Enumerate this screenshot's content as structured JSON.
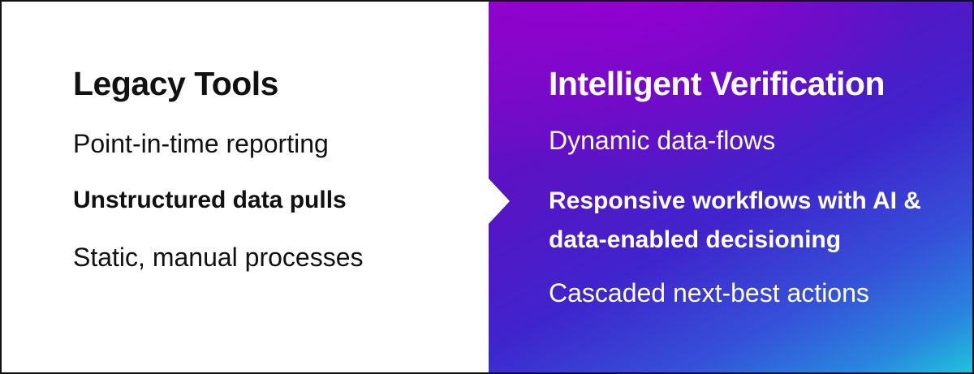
{
  "left": {
    "title": "Legacy Tools",
    "items": [
      "Point-in-time reporting",
      "Unstructured data pulls",
      "Static, manual processes"
    ]
  },
  "right": {
    "title": "Intelligent Verification",
    "items": [
      "Dynamic data-flows",
      "Responsive workflows with AI & data-enabled decisioning",
      "Cascaded next-best actions"
    ]
  },
  "colors": {
    "left_background": "#ffffff",
    "right_gradient_start": "#8a06c8",
    "right_gradient_mid": "#3f24cc",
    "right_gradient_end": "#1ec4dc"
  },
  "icons": {
    "divider": "chevron-right-icon"
  }
}
